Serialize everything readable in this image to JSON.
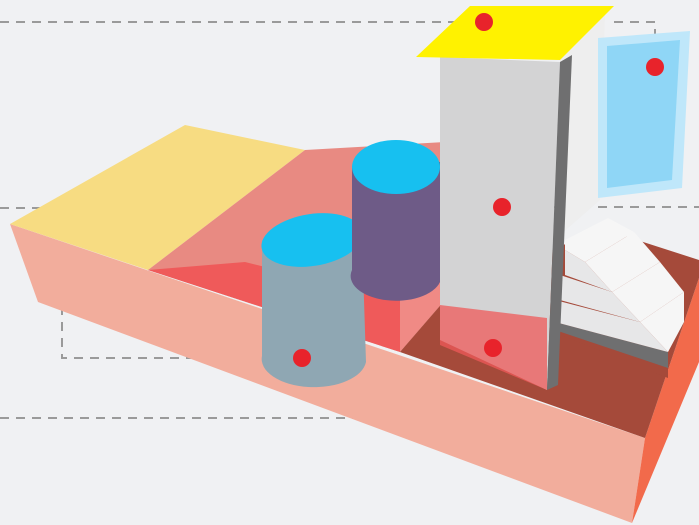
{
  "scene": {
    "background_color": "#f0f1f3",
    "marker_color": "#e8232b",
    "guide_color": "#9a9a9a",
    "colors": {
      "base_front": "#f2ad9c",
      "base_side": "#f26a4b",
      "base_top_left": "#f7dc82",
      "base_top_middle": "#e88a82",
      "pool": "#ef5a5a",
      "pool_wall": "#f08a85",
      "floor_dark": "#a54a3a",
      "cylinder_body": "#6e5b87",
      "cylinder_top": "#17c0f0",
      "glass_cylinder": "#8fa7b3",
      "tower_front": "#d3d3d4",
      "tower_side": "#6f6f70",
      "tower_back": "#eeeeee",
      "roof": "#fff200",
      "window_pane": "#8fd6f6",
      "window_frame": "#bfe7fa",
      "stairs_top": "#e7e7e8",
      "stairs_riser": "#f6f6f6"
    },
    "icons": [
      "marker-dot",
      "dashed-guide-line",
      "staircase-shape",
      "cylinder-shape"
    ]
  }
}
